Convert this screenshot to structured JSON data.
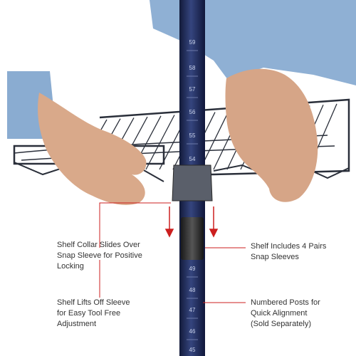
{
  "image": {
    "post_numbers": [
      "59",
      "58",
      "57",
      "56",
      "55",
      "54",
      "49",
      "48",
      "47",
      "46",
      "45"
    ],
    "callouts": [
      {
        "lines": [
          "Shelf Collar Slides Over",
          "Snap Sleeve for Positive",
          "Locking"
        ]
      },
      {
        "lines": [
          "Shelf Lifts Off Sleeve",
          "for Easy Tool Free",
          "Adjustment"
        ]
      },
      {
        "lines": [
          "Shelf Includes 4 Pairs",
          "Snap Sleeves"
        ]
      },
      {
        "lines": [
          "Numbered Posts for",
          "Quick Alignment",
          "(Sold Separately)"
        ]
      }
    ],
    "colors": {
      "post": "#1f2a57",
      "shelf_wire": "#2a2f3a",
      "sleeve": "#3a3a3a",
      "callout_line": "#cc1f1f",
      "text": "#333333",
      "shirt": "#8fb0d4",
      "skin": "#d9a98a"
    }
  }
}
